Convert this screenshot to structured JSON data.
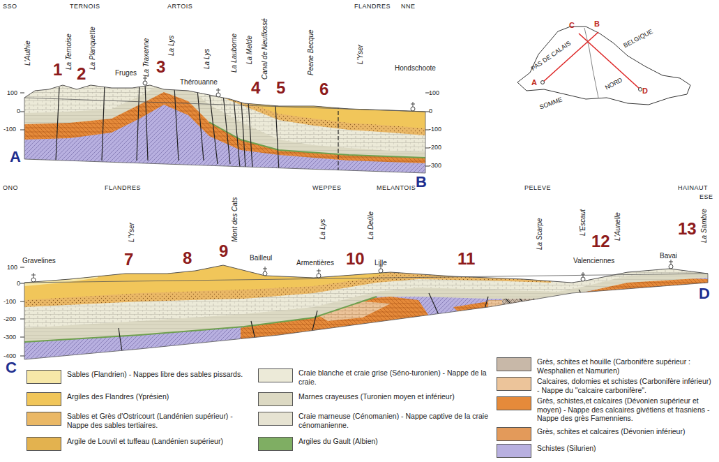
{
  "diagram": {
    "labels": [
      "SSO",
      "TERNOIS",
      "ARTOIS",
      "FLANDRES",
      "NNE",
      "L'Authie",
      "La Ternoise",
      "La Planquette",
      "Fruges",
      "La Traxenne",
      "La Lys",
      "La Lys",
      "Thérouanne",
      "La Lauborne",
      "La Melde",
      "Canal de Neuffossé",
      "Peene Becque",
      "L'Yser",
      "Hondschoote",
      "1",
      "2",
      "3",
      "4",
      "5",
      "6",
      "100",
      "0",
      "-100",
      "100",
      "0",
      "-100",
      "-200",
      "-300",
      "A",
      "B",
      "C",
      "B",
      "BELGIQUE",
      "PAS DE CALAIS",
      "NORD",
      "SOMME",
      "A",
      "D",
      "ONO",
      "FLANDRES",
      "L'Yser",
      "Mont des Cats",
      "Gravelines",
      "Bailleul",
      "WEPPES",
      "MELANTOIS",
      "La Lys",
      "Armentières",
      "La Deûle",
      "Lille",
      "PELEVE",
      "La Scarpe",
      "L'Escaut",
      "L'Aunelle",
      "Valenciennes",
      "HAINAUT",
      "ESE",
      "La Sambre",
      "Bavai",
      "7",
      "8",
      "9",
      "10",
      "11",
      "12",
      "13",
      "100",
      "0",
      "-100",
      "-200",
      "-300",
      "-400",
      "C",
      "D"
    ],
    "legend": [
      {
        "text": "Sables (Flandrien) - Nappes libre des sables pissards.",
        "color": "#f7e8a8"
      },
      {
        "text": "Argiles des Flandres (Yprésien)",
        "color": "#f1c65a"
      },
      {
        "text": "Sables et Grès d'Ostricourt (Landénien supérieur) - Nappe des sables tertiaires.",
        "color": "#eab866"
      },
      {
        "text": "Argile de Louvil et tuffeau (Landénien supérieur)",
        "color": "#e3b24f"
      },
      {
        "text": "Craie blanche et craie grise (Séno-turonien) - Nappe de la craie.",
        "color": "#ecead8"
      },
      {
        "text": "Marnes crayeuses (Turonien moyen et inférieur)",
        "color": "#dcd9c3"
      },
      {
        "text": "Craie marneuse (Cénomanien) - Nappe captive de la craie cénomanienne.",
        "color": "#e6e3d2"
      },
      {
        "text": "Argiles du Gault (Albien)",
        "color": "#7fae63"
      },
      {
        "text": "Grès, schites et houille (Carbonifère supérieur : Wesphalien et Namurien)",
        "color": "#c8b8a8"
      },
      {
        "text": "Calcaires, dolomies et schistes (Carbonifère inférieur) - Nappe du \"calcaire carbonifère\".",
        "color": "#ecc49a"
      },
      {
        "text": "Grès, schistes,et calcaires (Dévonien supérieur et moyen) - Nappe des calcaires givétiens et frasniens - Nappe des grès Famenniens.",
        "color": "#e58a3a"
      },
      {
        "text": "Grès, schites et calcaires (Dévonien inférieur)",
        "color": "#e39a5a"
      },
      {
        "text": "Schistes (Silurien)",
        "color": "#b8b0e0"
      }
    ]
  }
}
